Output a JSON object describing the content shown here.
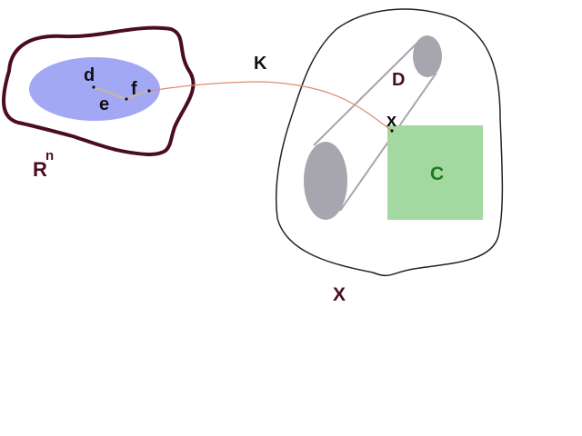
{
  "labels": {
    "Rn_base": "R",
    "Rn_sup": "n",
    "K": "K",
    "X": "X",
    "C": "C",
    "D": "D",
    "x": "x",
    "d": "d",
    "e": "e",
    "f": "f"
  },
  "colors": {
    "outline_rn": "#4a0d1e",
    "fill_rn_ball": "#a3a8f5",
    "outline_x": "#1a2a1a",
    "curve_k": "#e08a6c",
    "segment_de": "#c8b89a",
    "cylinder": "#a7a6ae",
    "cylinder_edge": "#8e8d96",
    "fill_c": "#a3d9a0",
    "text_c": "#1f7a1f",
    "text_dark": "#4a0d1e",
    "text_black": "#111111"
  }
}
